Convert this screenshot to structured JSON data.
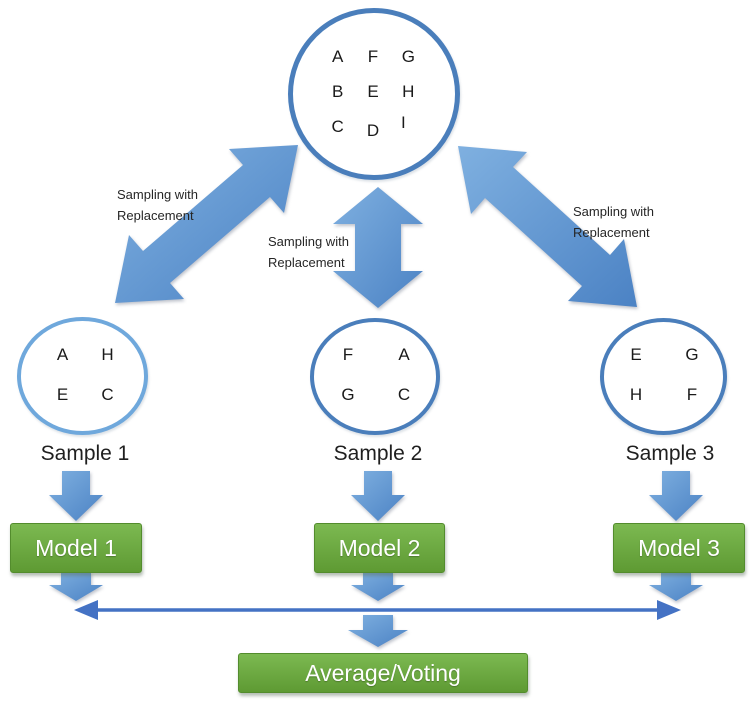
{
  "diagram": {
    "dataset": {
      "letters": [
        "A",
        "F",
        "G",
        "B",
        "E",
        "H",
        "C",
        "D",
        "I"
      ]
    },
    "sampling_notes": [
      {
        "line1": "Sampling with",
        "line2": "Replacement"
      },
      {
        "line1": "Sampling with",
        "line2": "Replacement"
      },
      {
        "line1": "Sampling with",
        "line2": "Replacement"
      }
    ],
    "samples": [
      {
        "label": "Sample 1",
        "letters": [
          "A",
          "H",
          "E",
          "C"
        ]
      },
      {
        "label": "Sample 2",
        "letters": [
          "F",
          "A",
          "G",
          "C"
        ]
      },
      {
        "label": "Sample 3",
        "letters": [
          "E",
          "G",
          "H",
          "F"
        ]
      }
    ],
    "models": [
      {
        "label": "Model 1"
      },
      {
        "label": "Model 2"
      },
      {
        "label": "Model 3"
      }
    ],
    "aggregate": {
      "label": "Average/Voting"
    }
  },
  "colors": {
    "arrow_blue_light": "#7fb0e0",
    "arrow_blue_dark": "#4b82c4",
    "line_blue": "#4472c4",
    "circle_blue": "#4a7ebb",
    "circle_blue_light": "#6fa8dc",
    "green_light": "#7cb951",
    "green_dark": "#5e9a33",
    "green_border": "#538c2d",
    "text_dark": "#262626",
    "text_light": "#ffffff"
  }
}
